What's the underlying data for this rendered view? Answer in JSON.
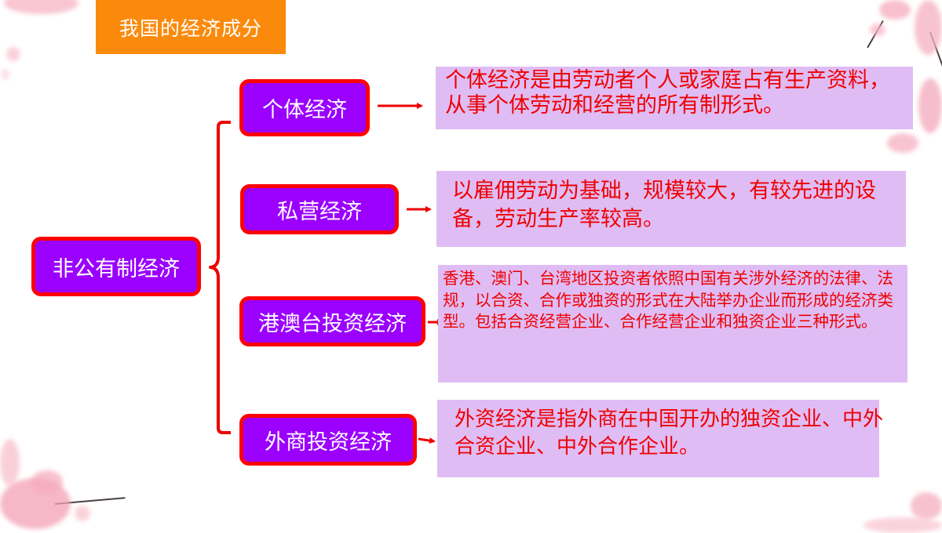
{
  "title": "我国的经济成分",
  "root": {
    "label": "非公有制经济"
  },
  "branches": [
    {
      "label": "个体经济",
      "description": "个体经济是由劳动者个人或家庭占有生产资料，从事个体劳动和经营的所有制形式。"
    },
    {
      "label": "私营经济",
      "description": "以雇佣劳动为基础，规模较大，有较先进的设备，劳动生产率较高。"
    },
    {
      "label": "港澳台投资经济",
      "description": "香港、澳门、台湾地区投资者依照中国有关涉外经济的法律、法规，以合资、合作或独资的形式在大陆举办企业而形成的经济类型。包括合资经营企业、合作经营企业和独资企业三种形式。"
    },
    {
      "label": "外商投资经济",
      "description": "外资经济是指外商在中国开办的独资企业、中外合资企业、中外合作企业。"
    }
  ],
  "colors": {
    "title_bg": "#fb8a0c",
    "node_fill": "#9b00ff",
    "node_border": "#ff0000",
    "desc_bg": "#e0bcf4",
    "desc_text": "#ee0000",
    "connector": "#ee0000"
  }
}
